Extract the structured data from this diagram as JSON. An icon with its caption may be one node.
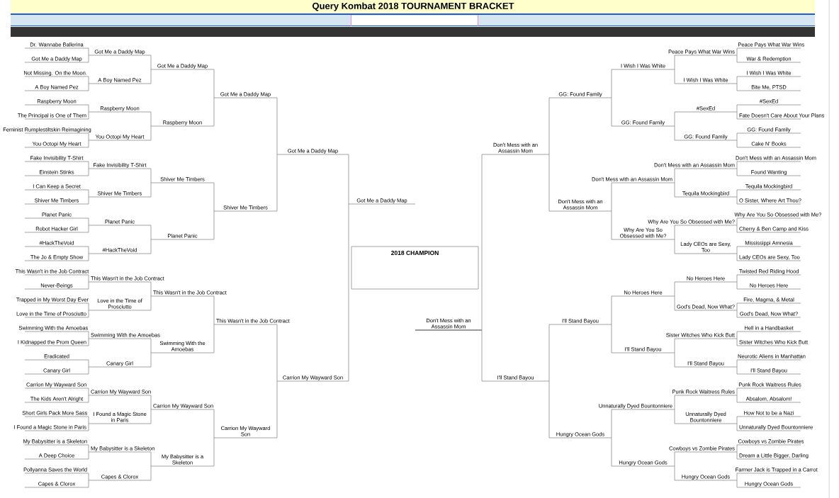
{
  "diagram": {
    "title": "Query Kombat 2018 TOURNAMENT BRACKET",
    "nodes": [
      {
        "text": [
          "Dr. Wannabe Ballerina"
        ]
      },
      {
        "text": [
          "Got Me a Daddy Map"
        ]
      },
      {
        "text": [
          "Not Missing. On the Moon."
        ]
      },
      {
        "text": [
          "A Boy Named Pez"
        ]
      },
      {
        "text": [
          "Raspberry Moon"
        ]
      },
      {
        "text": [
          "The Principal is One of Them"
        ]
      },
      {
        "text": [
          "Feminist Rumplestiltskin Reimagining"
        ]
      },
      {
        "text": [
          "You Octopi My Heart"
        ]
      },
      {
        "text": [
          "Fake Invisibility T-Shirt"
        ]
      },
      {
        "text": [
          "Einstein Stinks"
        ]
      },
      {
        "text": [
          "I Can Keep a Secret"
        ]
      },
      {
        "text": [
          "Shiver Me Timbers"
        ]
      },
      {
        "text": [
          "Planet Panic"
        ]
      },
      {
        "text": [
          "Robot Hacker Girl"
        ]
      },
      {
        "text": [
          "#HackTheVoid"
        ]
      },
      {
        "text": [
          "The Jo & Empty Show"
        ]
      },
      {
        "text": [
          "This Wasn't in the Job Contract"
        ]
      },
      {
        "text": [
          "Never-Beings"
        ]
      },
      {
        "text": [
          "Trapped in My Worst Day Ever"
        ]
      },
      {
        "text": [
          "Love in the Time of Prosciutto"
        ]
      },
      {
        "text": [
          "Swimming With the Amoebas"
        ]
      },
      {
        "text": [
          "I Kidnapped the Prom Queen"
        ]
      },
      {
        "text": [
          "Eradicated"
        ]
      },
      {
        "text": [
          "Canary Girl"
        ]
      },
      {
        "text": [
          "Carrion My Wayward Son"
        ]
      },
      {
        "text": [
          "The Kids Aren't Alright"
        ]
      },
      {
        "text": [
          "Short Girls Pack More Sass"
        ]
      },
      {
        "text": [
          "I Found a Magic Stone in Paris"
        ]
      },
      {
        "text": [
          "My Babysitter is a Skeleton"
        ]
      },
      {
        "text": [
          "A Deep Choice"
        ]
      },
      {
        "text": [
          "Pollyanna Saves the World"
        ]
      },
      {
        "text": [
          "Capes & Clorox"
        ]
      },
      {
        "text": [
          "Got Me a Daddy Map"
        ]
      },
      {
        "text": [
          "A Boy Named Pez"
        ]
      },
      {
        "text": [
          "Raspberry Moon"
        ]
      },
      {
        "text": [
          "You Octopi My Heart"
        ]
      },
      {
        "text": [
          "Fake Invisibility T-Shirt"
        ]
      },
      {
        "text": [
          "Shiver Me Timbers"
        ]
      },
      {
        "text": [
          "Planet Panic"
        ]
      },
      {
        "text": [
          "#HackTheVoid"
        ]
      },
      {
        "text": [
          "This Wasn't in the Job Contract"
        ]
      },
      {
        "text": [
          "Love in the Time of Prosciutto"
        ]
      },
      {
        "text": [
          "Swimming With the Amoebas"
        ]
      },
      {
        "text": [
          "Canary Girl"
        ]
      },
      {
        "text": [
          "Carrion My Wayward Son"
        ]
      },
      {
        "text": [
          "I Found a Magic Stone in Paris"
        ]
      },
      {
        "text": [
          "My Babysitter is a Skeleton"
        ]
      },
      {
        "text": [
          "Capes & Clorox"
        ]
      },
      {
        "text": [
          "Got Me a Daddy Map"
        ]
      },
      {
        "text": [
          "Raspberry Moon"
        ]
      },
      {
        "text": [
          "Shiver Me Timbers"
        ]
      },
      {
        "text": [
          "Planet Panic"
        ]
      },
      {
        "text": [
          "This Wasn't in the Job Contract"
        ]
      },
      {
        "text": [
          "Swimming With the Amoebas"
        ]
      },
      {
        "text": [
          "Carrion My Wayward Son"
        ]
      },
      {
        "text": [
          "My Babysitter is a Skeleton"
        ]
      },
      {
        "text": [
          "Got Me a Daddy Map"
        ]
      },
      {
        "text": [
          "Shiver Me Timbers"
        ]
      },
      {
        "text": [
          "This Wasn't in the Job Contract"
        ]
      },
      {
        "text": [
          "Carrion My Wayward Son"
        ]
      },
      {
        "text": [
          "Got Me a Daddy Map"
        ]
      },
      {
        "text": [
          "Carrion My Wayward Son"
        ]
      },
      {
        "text": [
          "Got Me a Daddy Map"
        ]
      },
      {
        "text": [
          "2018 CHAMPION"
        ]
      },
      {
        "text": [
          "Don't Mess with an Assassin Mom"
        ]
      },
      {
        "text": [
          "Don't Mess with an Assassin Mom"
        ]
      },
      {
        "text": [
          "I'll Stand Bayou"
        ]
      },
      {
        "text": [
          "GG: Found Family"
        ]
      },
      {
        "text": [
          "Don't Mess with an Assassin Mom"
        ]
      },
      {
        "text": [
          "I'll Stand Bayou"
        ]
      },
      {
        "text": [
          "Hungry Ocean Gods"
        ]
      },
      {
        "text": [
          "I Wish I Was White"
        ]
      },
      {
        "text": [
          "GG: Found Family"
        ]
      },
      {
        "text": [
          "Don't Mess with an Assassin Mom"
        ]
      },
      {
        "text": [
          "Why Are You So Obsessed with Me?"
        ]
      },
      {
        "text": [
          "No Heroes Here"
        ]
      },
      {
        "text": [
          "I'll Stand Bayou"
        ]
      },
      {
        "text": [
          "Unnaturally Dyed Bountonniere"
        ]
      },
      {
        "text": [
          "Hungry Ocean Gods"
        ]
      },
      {
        "text": [
          "Peace Pays What War Wins"
        ]
      },
      {
        "text": [
          "I Wish I Was White"
        ]
      },
      {
        "text": [
          "#SexEd"
        ]
      },
      {
        "text": [
          "GG: Found Family"
        ]
      },
      {
        "text": [
          "Don't Mess with an Assassin Mom"
        ]
      },
      {
        "text": [
          "Tequila Mockingbird"
        ]
      },
      {
        "text": [
          "Why Are You So Obsessed with Me?"
        ]
      },
      {
        "text": [
          "Lady CEOs are Sexy, Too"
        ]
      },
      {
        "text": [
          "No Heroes Here"
        ]
      },
      {
        "text": [
          "God's Dead, Now What?"
        ]
      },
      {
        "text": [
          "Sister Witches Who Kick Butt"
        ]
      },
      {
        "text": [
          "I'll Stand Bayou"
        ]
      },
      {
        "text": [
          "Punk Rock Waitress Rules"
        ]
      },
      {
        "text": [
          "Unnaturally Dyed Bountonniere"
        ]
      },
      {
        "text": [
          "Cowboys vs Zombie Pirates"
        ]
      },
      {
        "text": [
          "Hungry Ocean Gods"
        ]
      },
      {
        "text": [
          "Peace Pays What War Wins"
        ]
      },
      {
        "text": [
          "War & Redemption"
        ]
      },
      {
        "text": [
          "I Wish I Was White"
        ]
      },
      {
        "text": [
          "Bite Me, PTSD"
        ]
      },
      {
        "text": [
          "#SexEd"
        ]
      },
      {
        "text": [
          "Fate Doesn't Care About Your Plans"
        ]
      },
      {
        "text": [
          "GG: Found Family"
        ]
      },
      {
        "text": [
          "Cake N' Books"
        ]
      },
      {
        "text": [
          "Don't Mess with an Assassin Mom"
        ]
      },
      {
        "text": [
          "Found Wanting"
        ]
      },
      {
        "text": [
          "Tequila Mockingbird"
        ]
      },
      {
        "text": [
          "O Sister, Where Art Thou?"
        ]
      },
      {
        "text": [
          "Why Are You So Obsessed with Me?"
        ]
      },
      {
        "text": [
          "Cherry & Ben Camp and Kiss"
        ]
      },
      {
        "text": [
          "Mississippi Amnesia"
        ]
      },
      {
        "text": [
          "Lady CEOs are Sexy, Too"
        ]
      },
      {
        "text": [
          "Twisted Red Riding Hood"
        ]
      },
      {
        "text": [
          "No Heroes Here"
        ]
      },
      {
        "text": [
          "Fire, Magma, & Metal"
        ]
      },
      {
        "text": [
          "God's Dead, Now What?"
        ]
      },
      {
        "text": [
          "Hell in a Handbasket"
        ]
      },
      {
        "text": [
          "Sister Witches Who Kick Butt"
        ]
      },
      {
        "text": [
          "Neurotic Aliens in Manhattan"
        ]
      },
      {
        "text": [
          "I'll Stand Bayou"
        ]
      },
      {
        "text": [
          "Punk Rock Waitress Rules"
        ]
      },
      {
        "text": [
          "Absalom, Absalom!"
        ]
      },
      {
        "text": [
          "How Not to be a Nazi"
        ]
      },
      {
        "text": [
          "Unnaturally Dyed Bountonniere"
        ]
      },
      {
        "text": [
          "Cowboys vs Zombie Pirates"
        ]
      },
      {
        "text": [
          "Dream a Little Bigger, Darling"
        ]
      },
      {
        "text": [
          "Farmer Jack is Trapped in a Carrot"
        ]
      },
      {
        "text": [
          "Hungry Ocean Gods"
        ]
      }
    ],
    "edges": [
      {
        "from": 0,
        "to": 32,
        "arrow": "none"
      },
      {
        "from": 1,
        "to": 32,
        "arrow": "none"
      },
      {
        "from": 2,
        "to": 33,
        "arrow": "none"
      },
      {
        "from": 3,
        "to": 33,
        "arrow": "none"
      },
      {
        "from": 4,
        "to": 34,
        "arrow": "none"
      },
      {
        "from": 5,
        "to": 34,
        "arrow": "none"
      },
      {
        "from": 6,
        "to": 35,
        "arrow": "none"
      },
      {
        "from": 7,
        "to": 35,
        "arrow": "none"
      },
      {
        "from": 8,
        "to": 36,
        "arrow": "none"
      },
      {
        "from": 9,
        "to": 36,
        "arrow": "none"
      },
      {
        "from": 10,
        "to": 37,
        "arrow": "none"
      },
      {
        "from": 11,
        "to": 37,
        "arrow": "none"
      },
      {
        "from": 12,
        "to": 38,
        "arrow": "none"
      },
      {
        "from": 13,
        "to": 38,
        "arrow": "none"
      },
      {
        "from": 14,
        "to": 39,
        "arrow": "none"
      },
      {
        "from": 15,
        "to": 39,
        "arrow": "none"
      },
      {
        "from": 16,
        "to": 40,
        "arrow": "none"
      },
      {
        "from": 17,
        "to": 40,
        "arrow": "none"
      },
      {
        "from": 18,
        "to": 41,
        "arrow": "none"
      },
      {
        "from": 19,
        "to": 41,
        "arrow": "none"
      },
      {
        "from": 20,
        "to": 42,
        "arrow": "none"
      },
      {
        "from": 21,
        "to": 42,
        "arrow": "none"
      },
      {
        "from": 22,
        "to": 43,
        "arrow": "none"
      },
      {
        "from": 23,
        "to": 43,
        "arrow": "none"
      },
      {
        "from": 24,
        "to": 44,
        "arrow": "none"
      },
      {
        "from": 25,
        "to": 44,
        "arrow": "none"
      },
      {
        "from": 26,
        "to": 45,
        "arrow": "none"
      },
      {
        "from": 27,
        "to": 45,
        "arrow": "none"
      },
      {
        "from": 28,
        "to": 46,
        "arrow": "none"
      },
      {
        "from": 29,
        "to": 46,
        "arrow": "none"
      },
      {
        "from": 30,
        "to": 47,
        "arrow": "none"
      },
      {
        "from": 31,
        "to": 47,
        "arrow": "none"
      },
      {
        "from": 32,
        "to": 48,
        "arrow": "none"
      },
      {
        "from": 33,
        "to": 48,
        "arrow": "none"
      },
      {
        "from": 34,
        "to": 49,
        "arrow": "none"
      },
      {
        "from": 35,
        "to": 49,
        "arrow": "none"
      },
      {
        "from": 36,
        "to": 50,
        "arrow": "none"
      },
      {
        "from": 37,
        "to": 50,
        "arrow": "none"
      },
      {
        "from": 38,
        "to": 51,
        "arrow": "none"
      },
      {
        "from": 39,
        "to": 51,
        "arrow": "none"
      },
      {
        "from": 40,
        "to": 52,
        "arrow": "none"
      },
      {
        "from": 41,
        "to": 52,
        "arrow": "none"
      },
      {
        "from": 42,
        "to": 53,
        "arrow": "none"
      },
      {
        "from": 43,
        "to": 53,
        "arrow": "none"
      },
      {
        "from": 44,
        "to": 54,
        "arrow": "none"
      },
      {
        "from": 45,
        "to": 54,
        "arrow": "none"
      },
      {
        "from": 46,
        "to": 55,
        "arrow": "none"
      },
      {
        "from": 47,
        "to": 55,
        "arrow": "none"
      },
      {
        "from": 48,
        "to": 56,
        "arrow": "none"
      },
      {
        "from": 49,
        "to": 56,
        "arrow": "none"
      },
      {
        "from": 50,
        "to": 57,
        "arrow": "none"
      },
      {
        "from": 51,
        "to": 57,
        "arrow": "none"
      },
      {
        "from": 52,
        "to": 58,
        "arrow": "none"
      },
      {
        "from": 53,
        "to": 58,
        "arrow": "none"
      },
      {
        "from": 54,
        "to": 59,
        "arrow": "none"
      },
      {
        "from": 55,
        "to": 59,
        "arrow": "none"
      },
      {
        "from": 56,
        "to": 60,
        "arrow": "none"
      },
      {
        "from": 57,
        "to": 60,
        "arrow": "none"
      },
      {
        "from": 58,
        "to": 61,
        "arrow": "none"
      },
      {
        "from": 59,
        "to": 61,
        "arrow": "none"
      },
      {
        "from": 60,
        "to": 62,
        "arrow": "none"
      },
      {
        "from": 61,
        "to": 62,
        "arrow": "none"
      },
      {
        "from": 65,
        "to": 64,
        "arrow": "none"
      },
      {
        "from": 66,
        "to": 64,
        "arrow": "none"
      },
      {
        "from": 67,
        "to": 65,
        "arrow": "none"
      },
      {
        "from": 68,
        "to": 65,
        "arrow": "none"
      },
      {
        "from": 69,
        "to": 66,
        "arrow": "none"
      },
      {
        "from": 70,
        "to": 66,
        "arrow": "none"
      },
      {
        "from": 71,
        "to": 67,
        "arrow": "none"
      },
      {
        "from": 72,
        "to": 67,
        "arrow": "none"
      },
      {
        "from": 73,
        "to": 68,
        "arrow": "none"
      },
      {
        "from": 74,
        "to": 68,
        "arrow": "none"
      },
      {
        "from": 75,
        "to": 69,
        "arrow": "none"
      },
      {
        "from": 76,
        "to": 69,
        "arrow": "none"
      },
      {
        "from": 77,
        "to": 70,
        "arrow": "none"
      },
      {
        "from": 78,
        "to": 70,
        "arrow": "none"
      },
      {
        "from": 79,
        "to": 71,
        "arrow": "none"
      },
      {
        "from": 80,
        "to": 71,
        "arrow": "none"
      },
      {
        "from": 81,
        "to": 72,
        "arrow": "none"
      },
      {
        "from": 82,
        "to": 72,
        "arrow": "none"
      },
      {
        "from": 83,
        "to": 73,
        "arrow": "none"
      },
      {
        "from": 84,
        "to": 73,
        "arrow": "none"
      },
      {
        "from": 85,
        "to": 74,
        "arrow": "none"
      },
      {
        "from": 86,
        "to": 74,
        "arrow": "none"
      },
      {
        "from": 87,
        "to": 75,
        "arrow": "none"
      },
      {
        "from": 88,
        "to": 75,
        "arrow": "none"
      },
      {
        "from": 89,
        "to": 76,
        "arrow": "none"
      },
      {
        "from": 90,
        "to": 76,
        "arrow": "none"
      },
      {
        "from": 91,
        "to": 77,
        "arrow": "none"
      },
      {
        "from": 92,
        "to": 77,
        "arrow": "none"
      },
      {
        "from": 93,
        "to": 78,
        "arrow": "none"
      },
      {
        "from": 94,
        "to": 78,
        "arrow": "none"
      },
      {
        "from": 95,
        "to": 79,
        "arrow": "none"
      },
      {
        "from": 96,
        "to": 79,
        "arrow": "none"
      },
      {
        "from": 97,
        "to": 80,
        "arrow": "none"
      },
      {
        "from": 98,
        "to": 80,
        "arrow": "none"
      },
      {
        "from": 99,
        "to": 81,
        "arrow": "none"
      },
      {
        "from": 100,
        "to": 81,
        "arrow": "none"
      },
      {
        "from": 101,
        "to": 82,
        "arrow": "none"
      },
      {
        "from": 102,
        "to": 82,
        "arrow": "none"
      },
      {
        "from": 103,
        "to": 83,
        "arrow": "none"
      },
      {
        "from": 104,
        "to": 83,
        "arrow": "none"
      },
      {
        "from": 105,
        "to": 84,
        "arrow": "none"
      },
      {
        "from": 106,
        "to": 84,
        "arrow": "none"
      },
      {
        "from": 107,
        "to": 85,
        "arrow": "none"
      },
      {
        "from": 108,
        "to": 85,
        "arrow": "none"
      },
      {
        "from": 109,
        "to": 86,
        "arrow": "none"
      },
      {
        "from": 110,
        "to": 86,
        "arrow": "none"
      },
      {
        "from": 111,
        "to": 87,
        "arrow": "none"
      },
      {
        "from": 112,
        "to": 87,
        "arrow": "none"
      },
      {
        "from": 113,
        "to": 88,
        "arrow": "none"
      },
      {
        "from": 114,
        "to": 88,
        "arrow": "none"
      },
      {
        "from": 115,
        "to": 89,
        "arrow": "none"
      },
      {
        "from": 116,
        "to": 89,
        "arrow": "none"
      },
      {
        "from": 117,
        "to": 90,
        "arrow": "none"
      },
      {
        "from": 118,
        "to": 90,
        "arrow": "none"
      },
      {
        "from": 119,
        "to": 91,
        "arrow": "none"
      },
      {
        "from": 120,
        "to": 91,
        "arrow": "none"
      },
      {
        "from": 121,
        "to": 92,
        "arrow": "none"
      },
      {
        "from": 122,
        "to": 92,
        "arrow": "none"
      },
      {
        "from": 123,
        "to": 93,
        "arrow": "none"
      },
      {
        "from": 124,
        "to": 93,
        "arrow": "none"
      },
      {
        "from": 125,
        "to": 94,
        "arrow": "none"
      },
      {
        "from": 126,
        "to": 94,
        "arrow": "none"
      }
    ]
  }
}
